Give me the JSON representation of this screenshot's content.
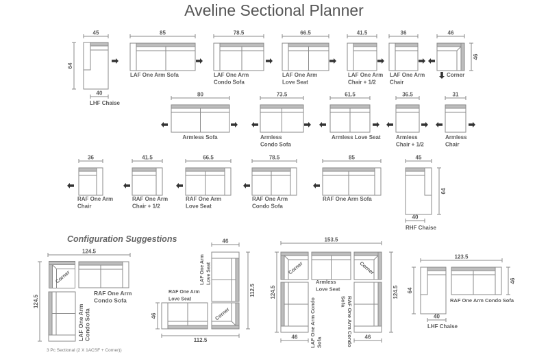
{
  "title": "Aveline Sectional Planner",
  "row1": [
    {
      "label": [
        "LHF Chaise"
      ],
      "width": "45",
      "depth": "64",
      "seat": "40"
    },
    {
      "label": [
        "LAF One Arm Sofa"
      ],
      "width": "85"
    },
    {
      "label": [
        "LAF One Arm",
        "Condo Sofa"
      ],
      "width": "78.5"
    },
    {
      "label": [
        "LAF One Arm",
        "Love Seat"
      ],
      "width": "66.5"
    },
    {
      "label": [
        "LAF One Arm",
        "Chair + 1/2"
      ],
      "width": "41.5"
    },
    {
      "label": [
        "LAF One Arm",
        "Chair"
      ],
      "width": "36"
    },
    {
      "label": [
        "Corner"
      ],
      "width": "46",
      "depth": "46"
    }
  ],
  "row2": [
    {
      "label": [
        "Armless Sofa"
      ],
      "width": "80"
    },
    {
      "label": [
        "Armless",
        "Condo Sofa"
      ],
      "width": "73.5"
    },
    {
      "label": [
        "Armless Love Seat"
      ],
      "width": "61.5"
    },
    {
      "label": [
        "Armless",
        "Chair + 1/2"
      ],
      "width": "36.5"
    },
    {
      "label": [
        "Armless",
        "Chair"
      ],
      "width": "31"
    }
  ],
  "row3": [
    {
      "label": [
        "RAF One Arm",
        "Chair"
      ],
      "width": "36"
    },
    {
      "label": [
        "RAF One Arm",
        "Chair + 1/2"
      ],
      "width": "41.5"
    },
    {
      "label": [
        "RAF One Arm",
        "Love Seat"
      ],
      "width": "66.5"
    },
    {
      "label": [
        "RAF One Arm",
        "Condo Sofa"
      ],
      "width": "78.5"
    },
    {
      "label": [
        "RAF One Arm Sofa"
      ],
      "width": "85"
    },
    {
      "label": [
        "RHF Chaise"
      ],
      "width": "45",
      "depth": "64",
      "seat": "40"
    }
  ],
  "config": {
    "heading": "Configuration Suggestions",
    "suggestions": [
      {
        "caption": "3 Pc Sectional (2 X 1ACSF + Corner))",
        "width": "124.5",
        "depth": "124.5",
        "pieces": [
          {
            "label": [
              "Corner"
            ]
          },
          {
            "label": [
              "RAF One Arm",
              "Condo Sofa"
            ]
          },
          {
            "label": [
              "LAF One Arm",
              "Condo Sofa"
            ]
          }
        ]
      },
      {
        "width": "112.5",
        "depth": "112.5",
        "top_width": "46",
        "side_depth": "46",
        "pieces": [
          {
            "label": [
              "LAF One Arm",
              "Love Seat"
            ]
          },
          {
            "label": [
              "Corner"
            ]
          },
          {
            "label": [
              "RAF One Arm",
              "Love Seat"
            ]
          }
        ]
      },
      {
        "width": "153.5",
        "depth_left": "124.5",
        "depth_right": "124.5",
        "left_width": "46",
        "right_width": "46",
        "pieces": [
          {
            "label": [
              "Corner"
            ]
          },
          {
            "label": [
              "Armless",
              "Love Seat"
            ]
          },
          {
            "label": [
              "Corner"
            ]
          },
          {
            "label": [
              "LAF One Arm Condo",
              "Sofa"
            ]
          },
          {
            "label": [
              "RAF One Arm Condo",
              "Sofa"
            ]
          }
        ]
      },
      {
        "width": "123.5",
        "chaise_depth": "64",
        "sofa_depth": "46",
        "seat": "40",
        "pieces": [
          {
            "label": [
              "LHF Chaise"
            ]
          },
          {
            "label": [
              "RAF One Arm Condo Sofa"
            ]
          }
        ]
      }
    ]
  }
}
